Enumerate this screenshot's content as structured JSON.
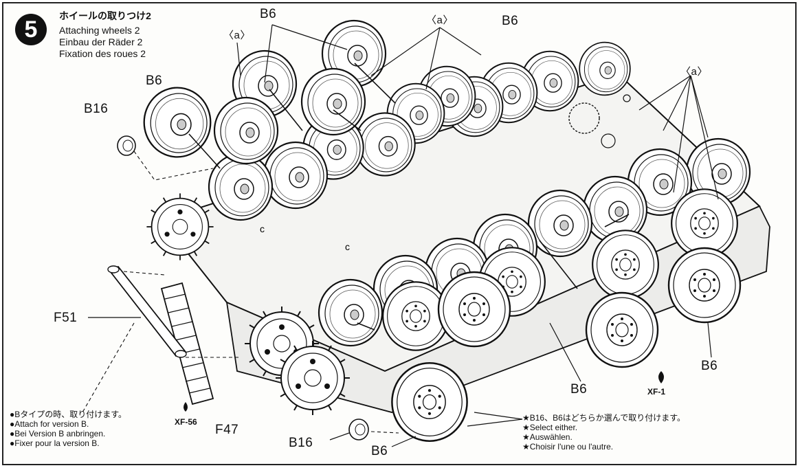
{
  "step": {
    "number": "5",
    "title_jp": "ホイールの取りつけ2",
    "title_en": "Attaching wheels 2",
    "title_de": "Einbau der Räder 2",
    "title_fr": "Fixation des roues 2"
  },
  "part_labels": {
    "b6_top": "B6",
    "a_top_left": "〈a〉",
    "a_top_center": "〈a〉",
    "b6_top_right": "B6",
    "a_right": "〈a〉",
    "b6_left": "B6",
    "b16_left": "B16",
    "f51": "F51",
    "f47": "F47",
    "b16_bottom": "B16",
    "b6_bottom": "B6",
    "b6_bottom_center": "B6",
    "b6_right": "B6"
  },
  "paints": {
    "xf56": "XF-56",
    "xf1": "XF-1"
  },
  "notes": {
    "version_b": [
      "●Bタイプの時、取り付けます。",
      "●Attach for version B.",
      "●Bei Version B anbringen.",
      "●Fixer pour la version B."
    ],
    "select_either": [
      "★B16、B6はどちらか選んで取り付けます。",
      "★Select either.",
      "★Auswählen.",
      "★Choisir l'une ou l'autre."
    ]
  }
}
